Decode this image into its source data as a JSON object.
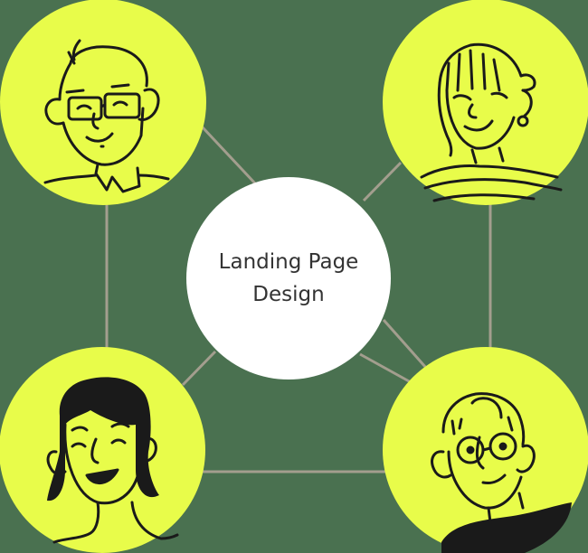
{
  "colors": {
    "background": "#4a7150",
    "avatar_fill": "#e8fc4a",
    "center_fill": "#ffffff",
    "connector": "#a39e8e",
    "ink": "#1a1a1a",
    "text": "#333333"
  },
  "center_node": {
    "line1": "Landing Page",
    "line2": "Design"
  },
  "avatars": [
    {
      "name": "man-with-glasses-and-collar",
      "position": "top-left"
    },
    {
      "name": "woman-with-bangs-and-earring",
      "position": "top-right"
    },
    {
      "name": "smiling-woman-dark-bob",
      "position": "bottom-left"
    },
    {
      "name": "person-round-glasses-dark-top",
      "position": "bottom-right"
    }
  ]
}
